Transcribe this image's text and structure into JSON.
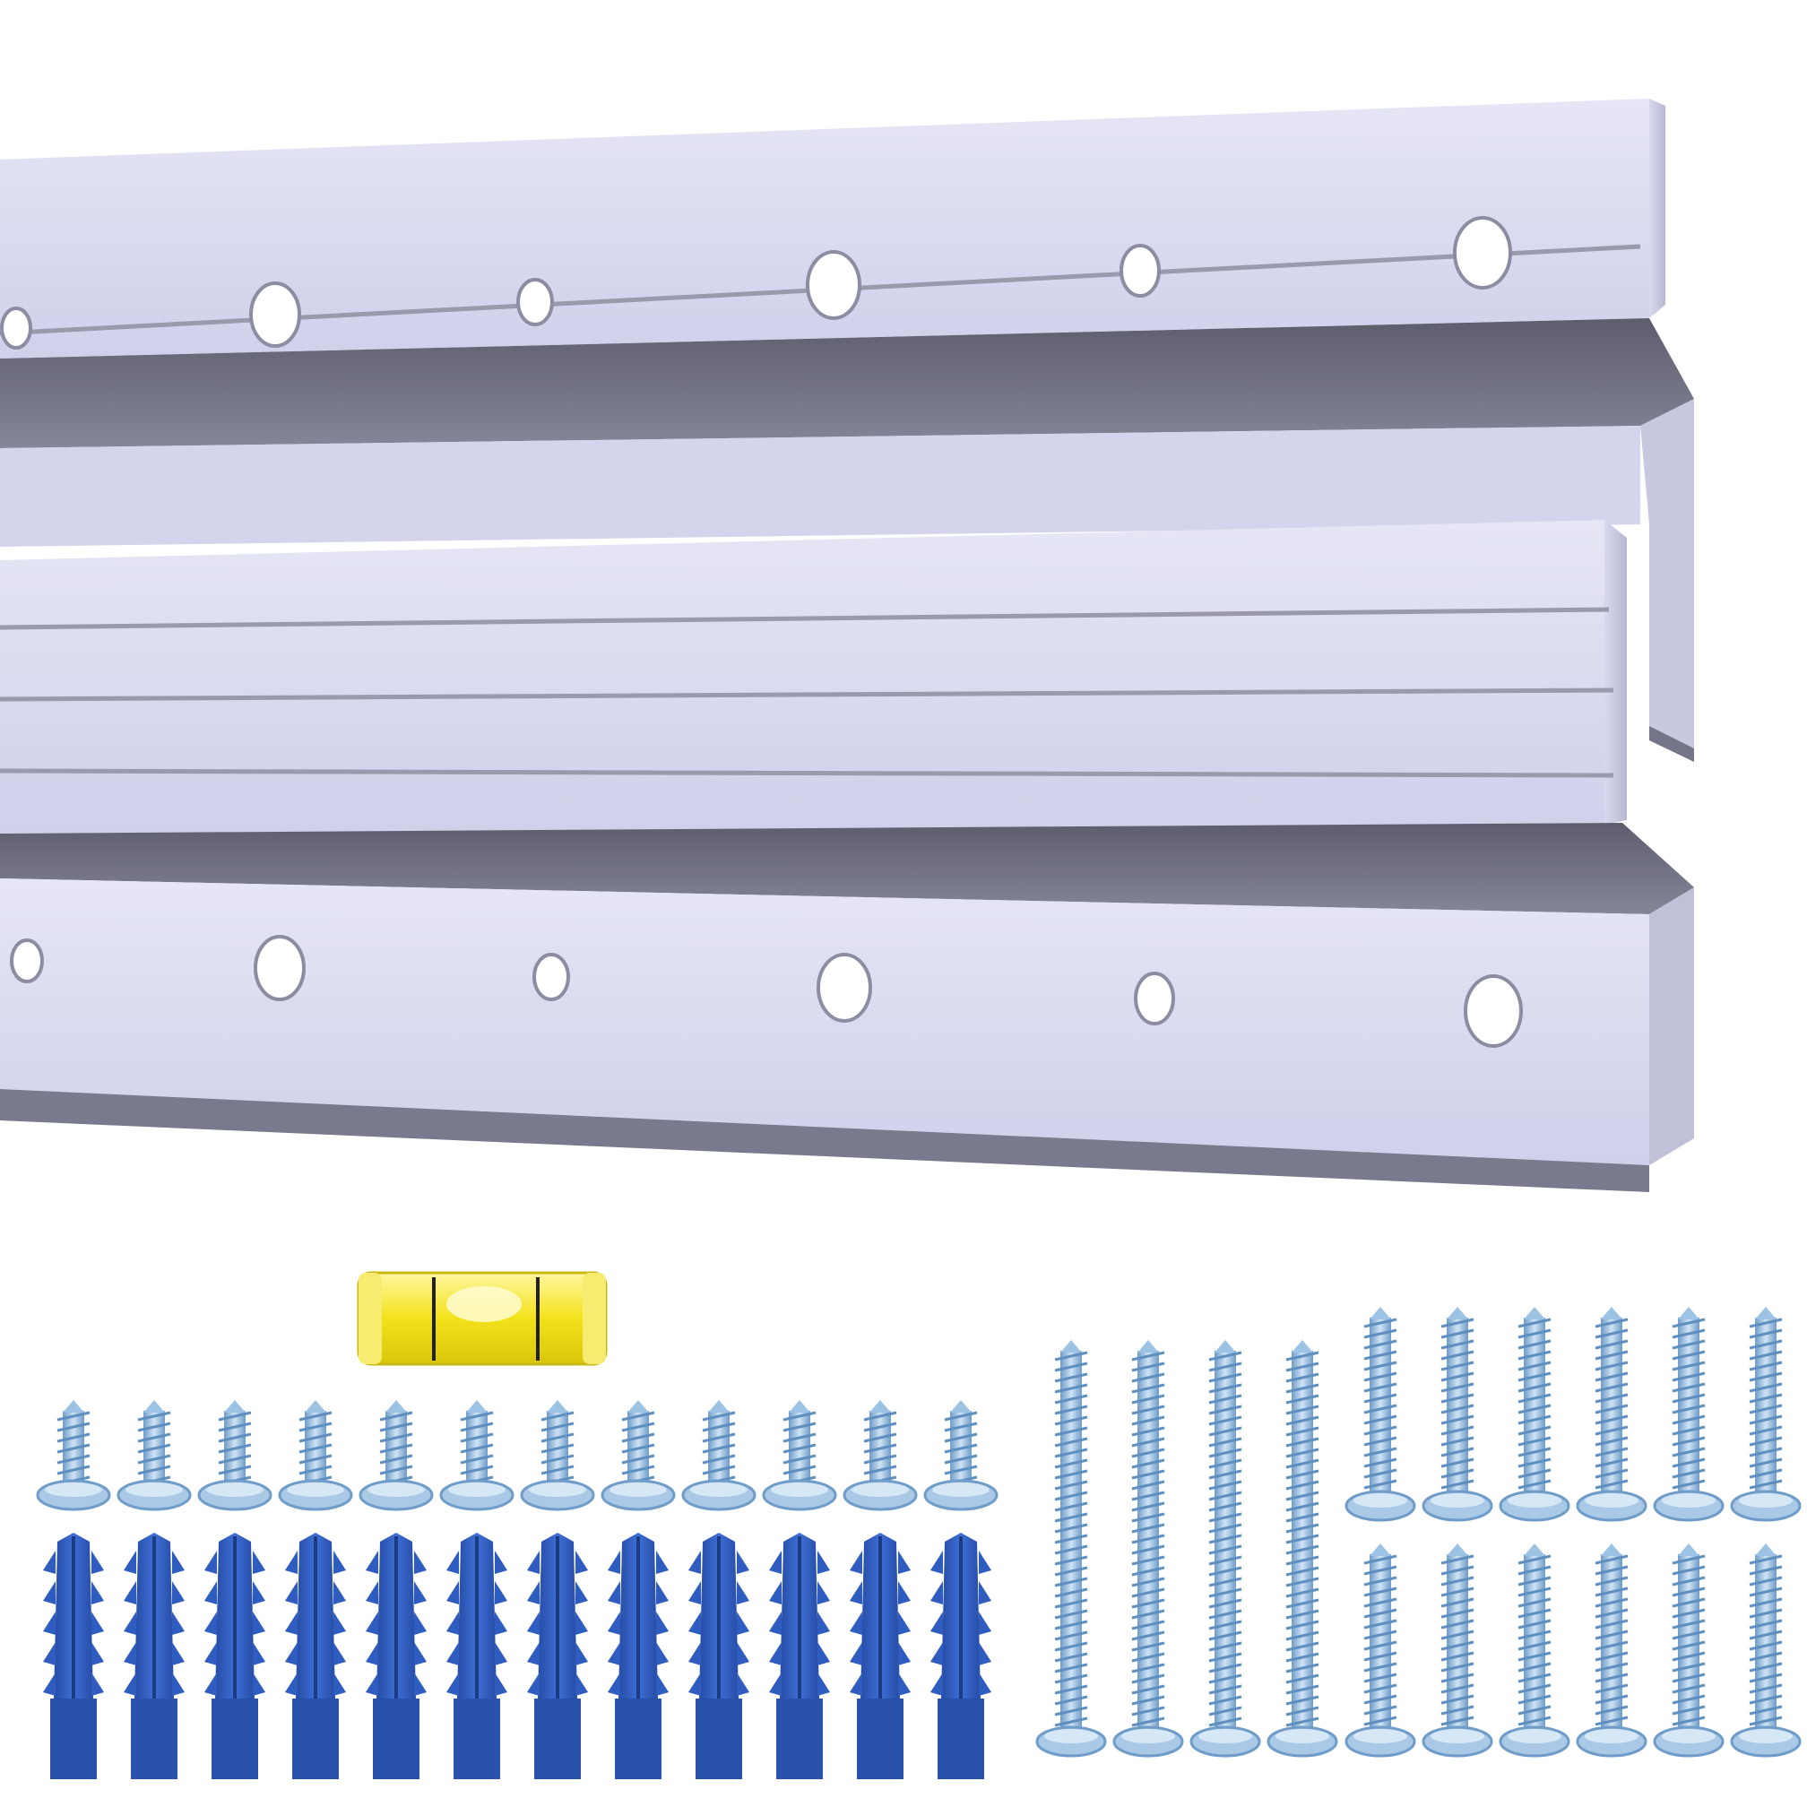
{
  "image": {
    "subject": "aluminum-z-bar-cleat-hanging-kit",
    "background_color": "#ffffff"
  },
  "rails": {
    "face_color": "#dcdcf2",
    "shadow_color": "#6f6f7f",
    "groove_color": "#9a9aac",
    "hole_count_per_rail": 6
  },
  "bubble_level": {
    "color": "#f2e21a",
    "count": 1
  },
  "small_screws": {
    "count": 12,
    "color": "#8fb7db"
  },
  "wall_anchors": {
    "count": 12,
    "color": "#2f5dbf"
  },
  "long_screws": {
    "count": 4,
    "color": "#8fb7db"
  },
  "medium_screws": {
    "count": 12,
    "color": "#8fb7db"
  }
}
